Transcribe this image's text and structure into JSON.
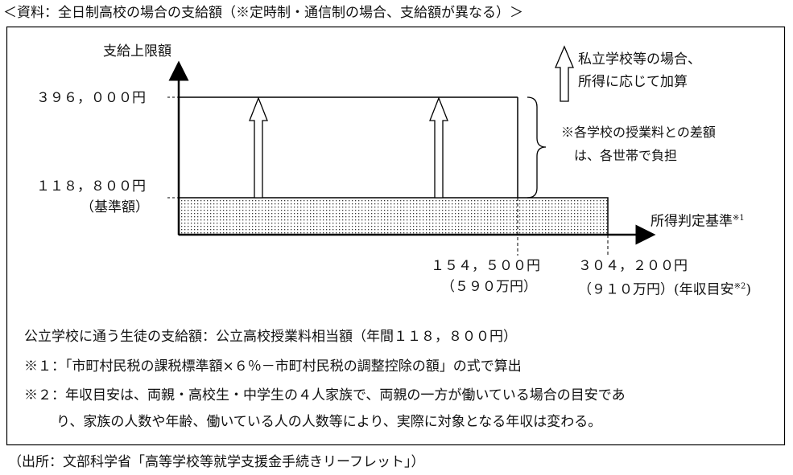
{
  "header": "＜資料：全日制高校の場合の支給額（※定時制・通信制の場合、支給額が異なる）＞",
  "diagram": {
    "y_axis_label": "支給上限額",
    "upper_value": "３９６，０００円",
    "base_value": "１１８，８００円",
    "base_label": "（基準額）",
    "x_axis_label": "所得判定基準",
    "x_axis_note_mark": "※1",
    "threshold1_value": "１５４，５００円",
    "threshold1_income": "（５９０万円）",
    "threshold2_value": "３０４，２００円",
    "threshold2_income": "（９１０万円）",
    "income_note": "(年収目安",
    "income_note_mark": "※2",
    "income_note_close": ")",
    "legend_line1": "私立学校等の場合、",
    "legend_line2": "所得に応じて加算",
    "brace_note_line1": "※各学校の授業料との差額",
    "brace_note_line2": "は、各世帯で負担"
  },
  "notes": {
    "public": "公立学校に通う生徒の支給額：公立高校授業料相当額（年間１１８，８００円）",
    "note1": "※１：「市町村民税の課税標準額×６％－市町村民税の調整控除の額」の式で算出",
    "note2_line1": "※２：年収目安は、両親・高校生・中学生の４人家族で、両親の一方が働いている場合の目安であ",
    "note2_line2": "り、家族の人数や年齢、働いている人の人数等により、実際に対象となる年収は変わる。"
  },
  "source": "（出所：文部科学省「高等学校等就学支援金手続きリーフレット」）"
}
